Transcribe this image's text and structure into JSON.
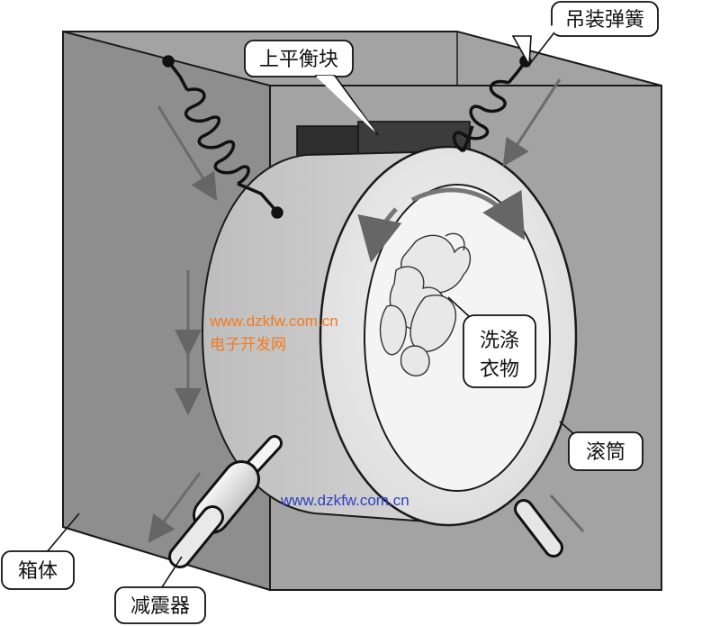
{
  "labels": {
    "hanging_spring": "吊装弹簧",
    "upper_counterweight": "上平衡块",
    "laundry_line1": "洗涤",
    "laundry_line2": "衣物",
    "drum": "滚筒",
    "cabinet": "箱体",
    "shock_absorber": "减震器"
  },
  "watermark": {
    "url": "www.dzkfw.com.cn",
    "site_name": "电子开发网",
    "url_bottom": "www.dzkfw.com.cn"
  },
  "colors": {
    "cabinet_front": "#9e9e9e",
    "cabinet_back": "#a8a8a8",
    "drum_body": "#c9c9c9",
    "drum_face": "#e6e6e6",
    "drum_inner": "#f2f2f2",
    "counterweight": "#3a3a3a",
    "watermark_orange": "#f47a20",
    "watermark_blue": "#2f3fc4",
    "arrow": "#6b6b6b"
  }
}
